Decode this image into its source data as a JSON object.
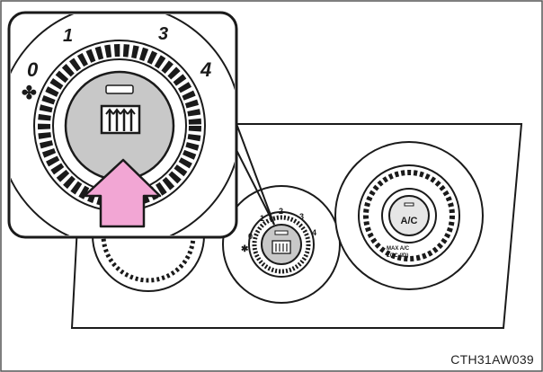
{
  "figure_code": "CTH31AW039",
  "fan_dial": {
    "speed_labels": [
      "0",
      "1",
      "2",
      "3",
      "4"
    ]
  },
  "ac_dial": {
    "button_label": "A/C",
    "mode_text_line1": "MAX A/C",
    "mode_text_line2": "LOC (ID)"
  },
  "colors": {
    "arrow_fill": "#f2a6d4",
    "dial_center": "#c8c8c8",
    "line": "#1a1a1a"
  },
  "icons": {
    "rear_defogger": "rear-defogger-icon",
    "fan": "fan-icon",
    "pointer": "arrow-up-icon"
  }
}
